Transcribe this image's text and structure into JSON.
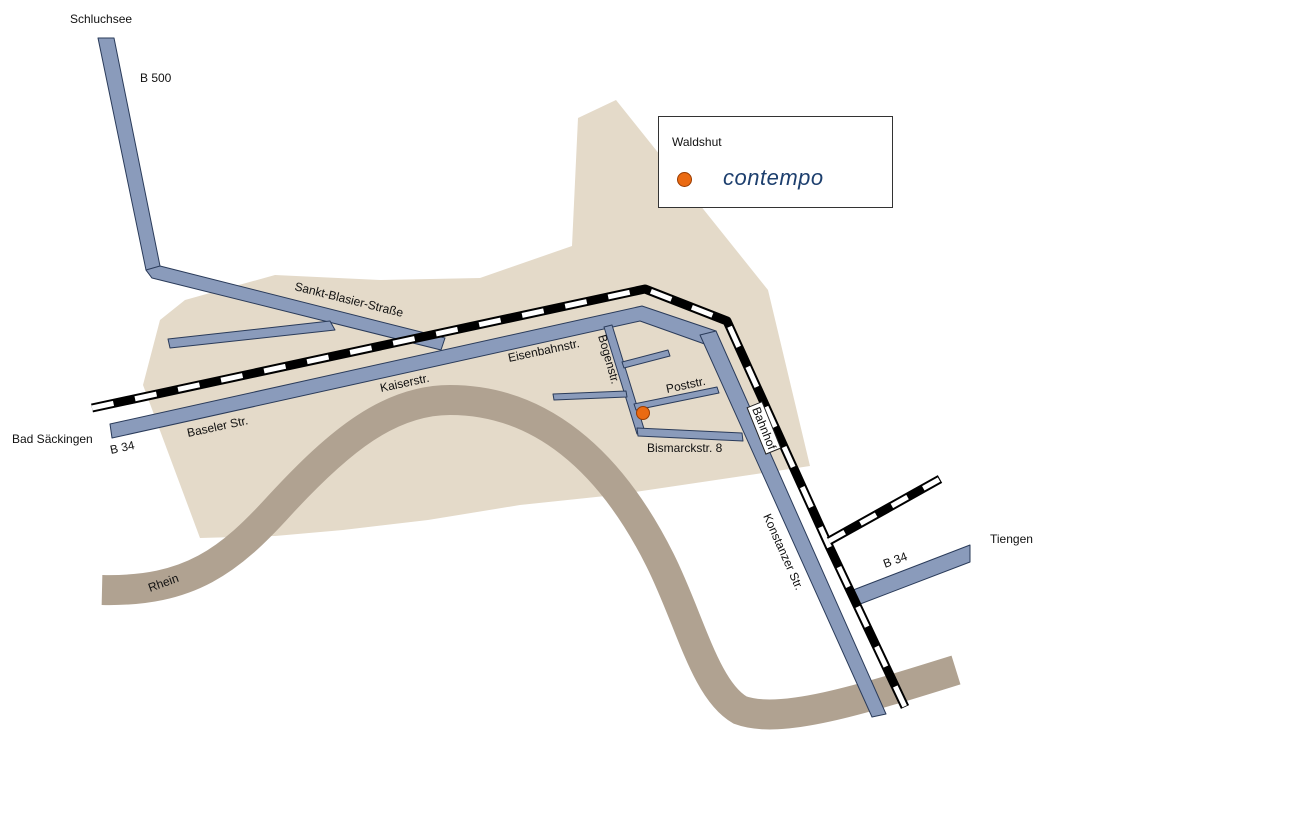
{
  "colors": {
    "town_area": "#e4dac9",
    "river": "#b0a291",
    "road_fill": "#8a9bbb",
    "road_outline": "#2a3b5a",
    "rail_dark": "#000000",
    "rail_light": "#ffffff",
    "marker": "#ea6a12"
  },
  "icons": {
    "location_marker": "orange-dot-icon"
  },
  "labels": {
    "schluchsee": "Schluchsee",
    "b500": "B 500",
    "bad_saeckingen": "Bad Säckingen",
    "b34_west": "B 34",
    "baseler_str": "Baseler Str.",
    "kaiserstr": "Kaiserstr.",
    "sankt_blasier": "Sankt-Blasier-Straße",
    "eisenbahnstr": "Eisenbahnstr.",
    "bogenstr": "Bogenstr.",
    "poststr": "Poststr.",
    "bismarckstr": "Bismarckstr. 8",
    "bahnhof": "Bahnhof",
    "konstanzer": "Konstanzer Str.",
    "tiengen": "Tiengen",
    "b34_east": "B 34",
    "rhein": "Rhein"
  },
  "legend": {
    "title": "Waldshut",
    "company": "contempo"
  }
}
